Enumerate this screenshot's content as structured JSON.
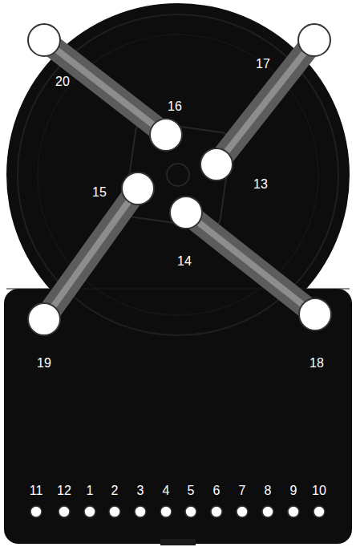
{
  "diagram": {
    "labels": [
      "20",
      "17",
      "16",
      "13",
      "15",
      "14",
      "19",
      "18",
      "11",
      "12",
      "1",
      "2",
      "3",
      "4",
      "5",
      "6",
      "7",
      "8",
      "9",
      "10"
    ]
  }
}
